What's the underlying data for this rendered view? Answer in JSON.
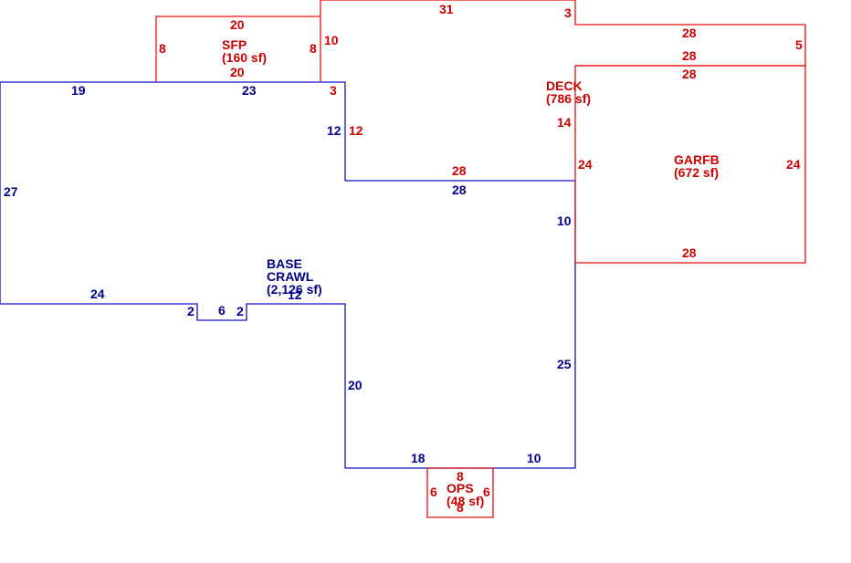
{
  "colors": {
    "red": "#e81010",
    "red_text": "#cc0000",
    "blue": "#1010cc",
    "blue_text": "#00008b"
  },
  "areas": {
    "sfp": {
      "name": "SFP",
      "area": "(160 sf)"
    },
    "deck": {
      "name": "DECK",
      "area": "(786 sf)"
    },
    "garfb": {
      "name": "GARFB",
      "area": "(672 sf)"
    },
    "base": {
      "name1": "BASE",
      "name2": "CRAWL",
      "area": "(2,126 sf)"
    },
    "ops": {
      "name": "OPS",
      "area": "(48 sf)"
    }
  },
  "dims": {
    "sfp_top": "20",
    "sfp_left": "8",
    "sfp_right": "8",
    "sfp_bottom": "20",
    "deck_top": "31",
    "deck_notch": "3",
    "deck_left": "10",
    "deck_step": "28",
    "deck_right": "5",
    "deck_lower": "28",
    "deck_inner_a": "3",
    "deck_inner_b": "12",
    "deck_bottom": "28",
    "deck_side": "14",
    "gar_top": "28",
    "gar_left": "24",
    "gar_right": "24",
    "gar_bottom": "28",
    "base_top_a": "19",
    "base_top_b": "23",
    "base_inner": "12",
    "base_step": "28",
    "base_left": "27",
    "base_right_upper": "10",
    "base_bottom_left": "24",
    "base_notch_a": "2",
    "base_notch_b": "6",
    "base_notch_c": "2",
    "base_bottom_mid": "12",
    "base_lower_left": "20",
    "base_right_lower": "25",
    "base_bottom_a": "18",
    "base_bottom_b": "10",
    "ops_top": "8",
    "ops_left": "6",
    "ops_right": "6",
    "ops_bottom": "8"
  }
}
